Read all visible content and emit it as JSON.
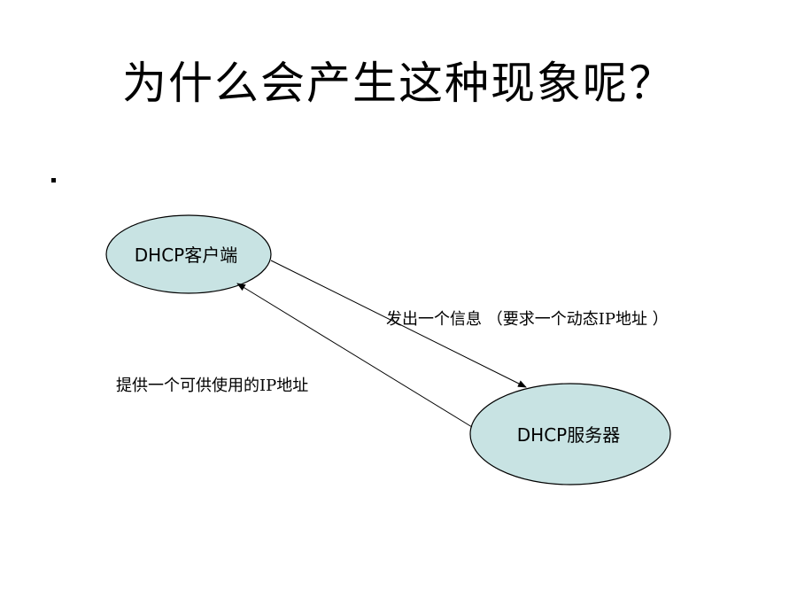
{
  "slide": {
    "title": "为什么会产生这种现象呢？"
  },
  "diagram": {
    "client_label": "DHCP客户端",
    "server_label": "DHCP服务器",
    "request_label": "发出一个信息 （要求一个动态IP地址 ）",
    "response_label": "提供一个可供使用的IP地址",
    "node_fill": "#c8e3e3",
    "node_stroke": "#000000"
  }
}
